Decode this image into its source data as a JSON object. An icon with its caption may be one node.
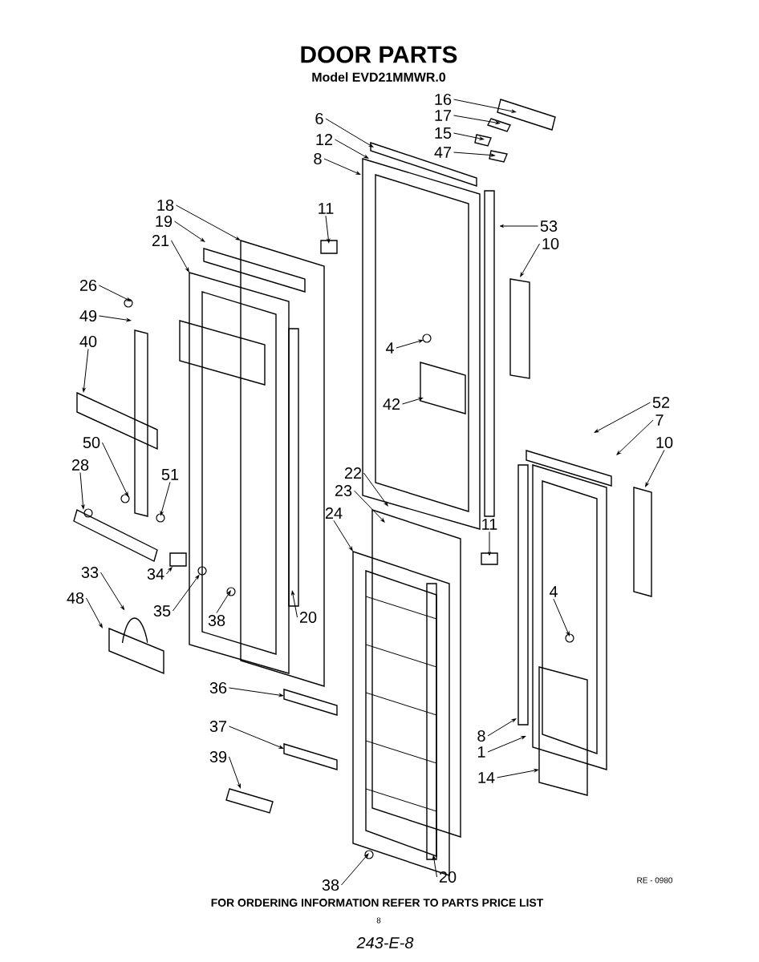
{
  "diagram": {
    "title": "DOOR PARTS",
    "nodes": [
      {
        "text": [
          "16"
        ]
      },
      {
        "text": [
          "17"
        ]
      },
      {
        "text": [
          "6"
        ]
      },
      {
        "text": [
          "15"
        ]
      },
      {
        "text": [
          "12"
        ]
      },
      {
        "text": [
          "47"
        ]
      },
      {
        "text": [
          "8"
        ]
      },
      {
        "text": [
          "18"
        ]
      },
      {
        "text": [
          "11"
        ]
      },
      {
        "text": [
          "19"
        ]
      },
      {
        "text": [
          "53"
        ]
      },
      {
        "text": [
          "21"
        ]
      },
      {
        "text": [
          "10"
        ]
      },
      {
        "text": [
          "26"
        ]
      },
      {
        "text": [
          "49"
        ]
      },
      {
        "text": [
          "40"
        ]
      },
      {
        "text": [
          "4"
        ]
      },
      {
        "text": [
          "42"
        ]
      },
      {
        "text": [
          "52"
        ]
      },
      {
        "text": [
          "7"
        ]
      },
      {
        "text": [
          "10"
        ]
      },
      {
        "text": [
          "50"
        ]
      },
      {
        "text": [
          "28"
        ]
      },
      {
        "text": [
          "22"
        ]
      },
      {
        "text": [
          "51"
        ]
      },
      {
        "text": [
          "23"
        ]
      },
      {
        "text": [
          "24"
        ]
      },
      {
        "text": [
          "11"
        ]
      },
      {
        "text": [
          "33"
        ]
      },
      {
        "text": [
          "34"
        ]
      },
      {
        "text": [
          "48"
        ]
      },
      {
        "text": [
          "4"
        ]
      },
      {
        "text": [
          "35"
        ]
      },
      {
        "text": [
          "38"
        ]
      },
      {
        "text": [
          "20"
        ]
      },
      {
        "text": [
          "36"
        ]
      },
      {
        "text": [
          "37"
        ]
      },
      {
        "text": [
          "8"
        ]
      },
      {
        "text": [
          "1"
        ]
      },
      {
        "text": [
          "39"
        ]
      },
      {
        "text": [
          "14"
        ]
      },
      {
        "text": [
          "20"
        ]
      },
      {
        "text": [
          "38"
        ]
      },
      {
        "text": [],
        "shape": "box"
      },
      {
        "text": [],
        "shape": "circle"
      },
      {
        "text": [],
        "shape": "picture"
      }
    ],
    "edges": [
      {
        "from": 0,
        "to": null,
        "arrow": "to"
      },
      {
        "from": 1,
        "to": null,
        "arrow": "to"
      },
      {
        "from": 2,
        "to": null,
        "arrow": "to"
      },
      {
        "from": 3,
        "to": null,
        "arrow": "to"
      },
      {
        "from": 4,
        "to": null,
        "arrow": "to"
      },
      {
        "from": 5,
        "to": null,
        "arrow": "to"
      },
      {
        "from": 6,
        "to": null,
        "arrow": "to"
      },
      {
        "from": 7,
        "to": null,
        "arrow": "to"
      },
      {
        "from": 8,
        "to": null,
        "arrow": "to"
      },
      {
        "from": 9,
        "to": null,
        "arrow": "to"
      },
      {
        "from": 10,
        "to": null,
        "arrow": "to"
      },
      {
        "from": 11,
        "to": null,
        "arrow": "to"
      },
      {
        "from": 12,
        "to": null,
        "arrow": "to"
      },
      {
        "from": 13,
        "to": null,
        "arrow": "to"
      },
      {
        "from": 14,
        "to": null,
        "arrow": "to"
      },
      {
        "from": 15,
        "to": null,
        "arrow": "to"
      },
      {
        "from": 16,
        "to": null,
        "arrow": "to"
      },
      {
        "from": 17,
        "to": null,
        "arrow": "to"
      },
      {
        "from": 18,
        "to": null,
        "arrow": "to"
      },
      {
        "from": 19,
        "to": null,
        "arrow": "to"
      },
      {
        "from": 20,
        "to": null,
        "arrow": "to"
      },
      {
        "from": 21,
        "to": null,
        "arrow": "to"
      },
      {
        "from": 22,
        "to": null,
        "arrow": "to"
      },
      {
        "from": 23,
        "to": null,
        "arrow": "to"
      },
      {
        "from": 24,
        "to": null,
        "arrow": "to"
      },
      {
        "from": 25,
        "to": null,
        "arrow": "to"
      },
      {
        "from": 26,
        "to": null,
        "arrow": "to"
      },
      {
        "from": 27,
        "to": null,
        "arrow": "to"
      },
      {
        "from": 28,
        "to": 45,
        "arrow": "to"
      },
      {
        "from": 29,
        "to": 43,
        "arrow": "to"
      },
      {
        "from": 30,
        "to": null,
        "arrow": "to"
      },
      {
        "from": 31,
        "to": null,
        "arrow": "to"
      },
      {
        "from": 32,
        "to": 44,
        "arrow": "to"
      },
      {
        "from": 33,
        "to": null,
        "arrow": "to"
      },
      {
        "from": 34,
        "to": null,
        "arrow": "to"
      },
      {
        "from": 35,
        "to": null,
        "arrow": "to"
      },
      {
        "from": 36,
        "to": null,
        "arrow": "to"
      },
      {
        "from": 37,
        "to": null,
        "arrow": "to"
      },
      {
        "from": 38,
        "to": null,
        "arrow": "to"
      },
      {
        "from": 39,
        "to": null,
        "arrow": "to"
      },
      {
        "from": 40,
        "to": null,
        "arrow": "to"
      },
      {
        "from": 41,
        "to": null,
        "arrow": "to"
      },
      {
        "from": 42,
        "to": null,
        "arrow": "to"
      }
    ],
    "labels": [
      "Model EVD21MMWR.0",
      "RE - 0980",
      "FOR ORDERING INFORMATION REFER TO PARTS PRICE LIST",
      "8",
      "243-E-8"
    ]
  }
}
